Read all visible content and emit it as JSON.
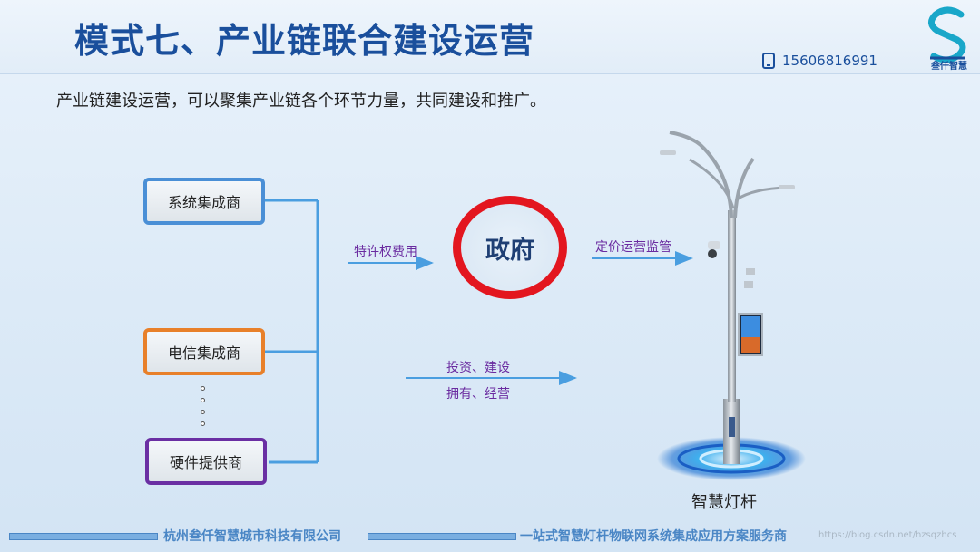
{
  "header": {
    "title": "模式七、产业链联合建设运营",
    "phone": "15606816991",
    "logo_text": "叁仟智慧"
  },
  "subtitle": "产业链建设运营，可以聚集产业链各个环节力量，共同建设和推广。",
  "suppliers": [
    {
      "label": "系统集成商",
      "color": "#4a8fd6"
    },
    {
      "label": "电信集成商",
      "color": "#e8802a"
    },
    {
      "label": "硬件提供商",
      "color": "#6a2fa3"
    }
  ],
  "government": {
    "label": "政府",
    "ring_color": "#e3161f"
  },
  "arrows": {
    "franchise_fee": "特许权费用",
    "pricing_supervision": "定价运营监管",
    "invest_build": "投资、建设",
    "own_operate": "拥有、经营"
  },
  "pole": {
    "label": "智慧灯杆"
  },
  "footer": {
    "company": "杭州叁仟智慧城市科技有限公司",
    "slogan": "一站式智慧灯杆物联网系统集成应用方案服务商",
    "watermark": "https://blog.csdn.net/hzsqzhcs"
  },
  "colors": {
    "accent": "#1a4f9c",
    "arrow": "#4a9ee0"
  }
}
